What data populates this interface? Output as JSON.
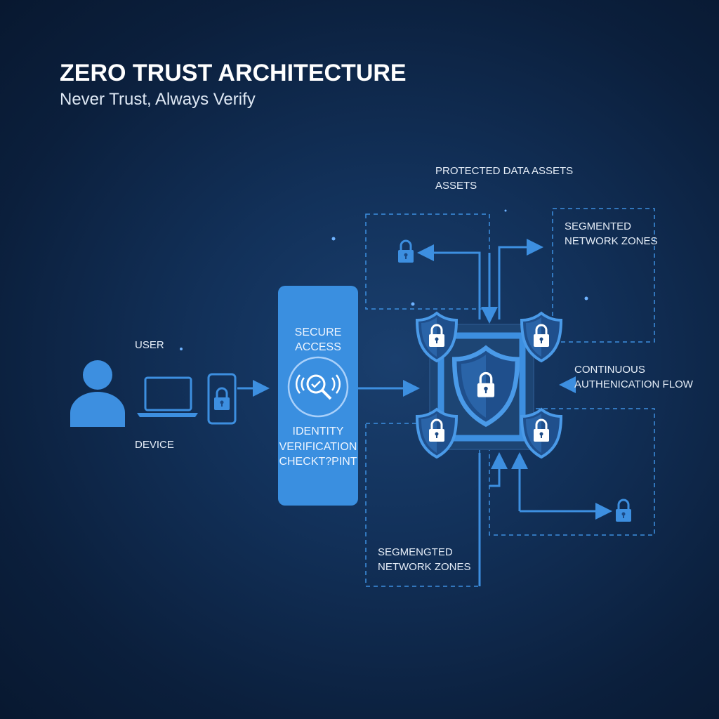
{
  "header": {
    "title": "ZERO TRUST ARCHITECTURE",
    "subtitle": "Never Trust, Always Verify"
  },
  "left": {
    "user_label": "USER",
    "device_label": "DEVICE"
  },
  "checkpoint": {
    "line1": "SECURE",
    "line2": "ACCESS",
    "line3": "IDENTITY",
    "line4": "VERIFICATION",
    "line5": "CHECKT?PINT"
  },
  "labels": {
    "protected_1": "PROTECTED DATA ASSETS",
    "protected_2": "ASSETS",
    "seg_top_1": "SEGMENTED",
    "seg_top_2": "NETWORK ZONES",
    "cont_1": "CONTINUOUS",
    "cont_2": "AUTHENICATION FLOW",
    "seg_bot_1": "SEGMENGTED",
    "seg_bot_2": "NETWORK ZONES"
  },
  "colors": {
    "accent": "#3d8fe0",
    "background": "#0c2140",
    "panel": "#3a8fe0"
  }
}
